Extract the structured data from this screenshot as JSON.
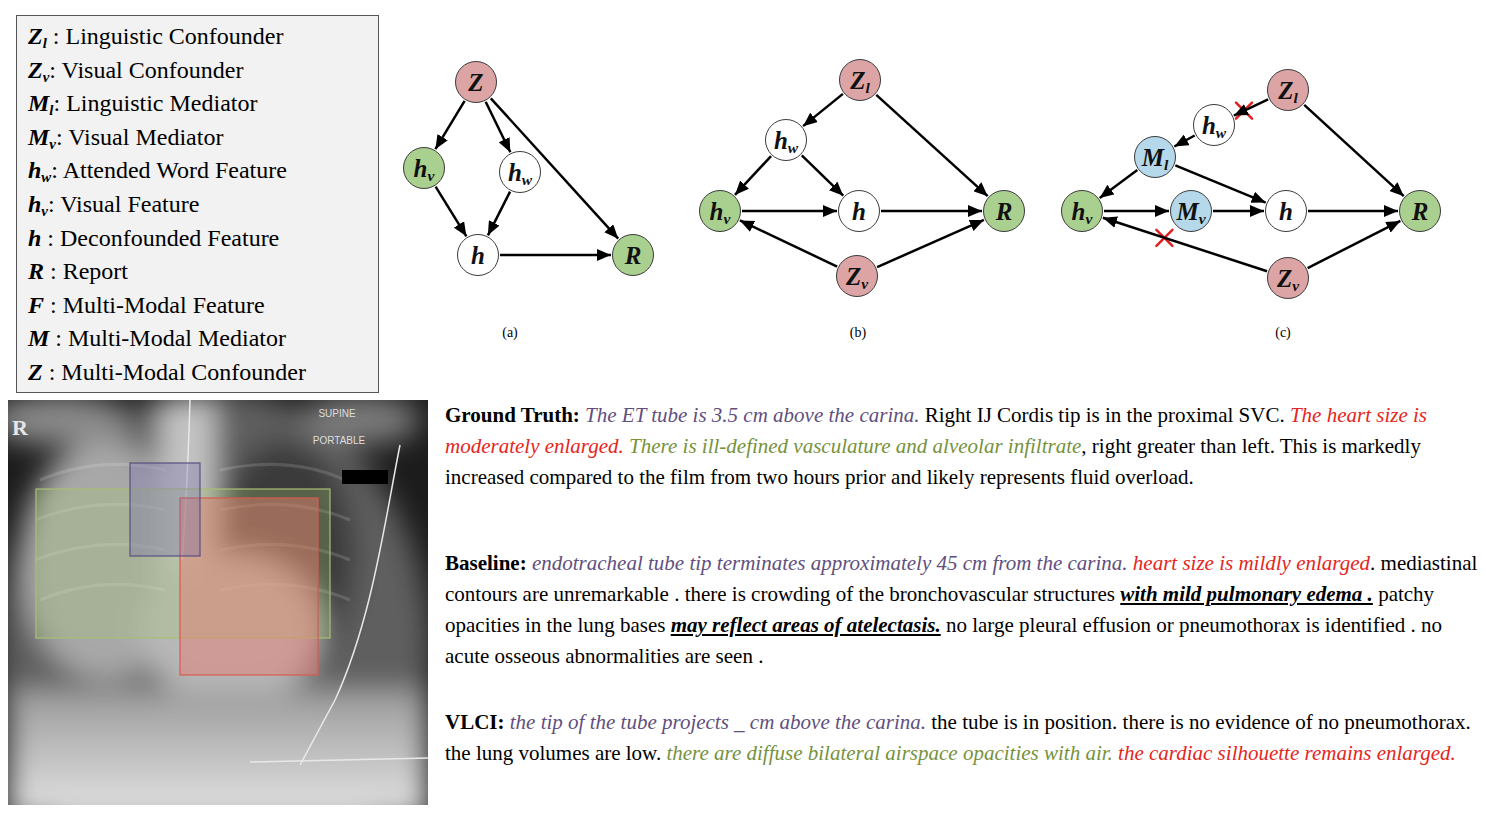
{
  "diagram": {
    "nodes": [
      {
        "text": [
          "Z"
        ]
      },
      {
        "text": [
          "hv"
        ]
      },
      {
        "text": [
          "hw"
        ]
      },
      {
        "text": [
          "h"
        ]
      },
      {
        "text": [
          "R"
        ]
      },
      {
        "text": [
          "Zl"
        ]
      },
      {
        "text": [
          "hw"
        ]
      },
      {
        "text": [
          "hv"
        ]
      },
      {
        "text": [
          "h"
        ]
      },
      {
        "text": [
          "R"
        ]
      },
      {
        "text": [
          "Zv"
        ]
      },
      {
        "text": [
          "Zl"
        ]
      },
      {
        "text": [
          "hw"
        ]
      },
      {
        "text": [
          "Ml"
        ]
      },
      {
        "text": [
          "hv"
        ]
      },
      {
        "text": [
          "Mv"
        ]
      },
      {
        "text": [
          "h"
        ]
      },
      {
        "text": [
          "R"
        ]
      },
      {
        "text": [
          "Zv"
        ]
      }
    ],
    "edges": [
      {
        "from": 0,
        "to": 1,
        "arrow": "to"
      },
      {
        "from": 0,
        "to": 2,
        "arrow": "to"
      },
      {
        "from": 0,
        "to": 4,
        "arrow": "to"
      },
      {
        "from": 1,
        "to": 3,
        "arrow": "to"
      },
      {
        "from": 2,
        "to": 3,
        "arrow": "to"
      },
      {
        "from": 3,
        "to": 4,
        "arrow": "to"
      },
      {
        "from": 5,
        "to": 6,
        "arrow": "to"
      },
      {
        "from": 5,
        "to": 9,
        "arrow": "to"
      },
      {
        "from": 6,
        "to": 7,
        "arrow": "to"
      },
      {
        "from": 6,
        "to": 8,
        "arrow": "to"
      },
      {
        "from": 7,
        "to": 8,
        "arrow": "to"
      },
      {
        "from": 8,
        "to": 9,
        "arrow": "to"
      },
      {
        "from": 10,
        "to": 7,
        "arrow": "to"
      },
      {
        "from": 10,
        "to": 9,
        "arrow": "to"
      },
      {
        "from": 11,
        "to": 12,
        "arrow": "to"
      },
      {
        "from": 11,
        "to": 17,
        "arrow": "to"
      },
      {
        "from": 12,
        "to": 13,
        "arrow": "to"
      },
      {
        "from": 13,
        "to": 14,
        "arrow": "to"
      },
      {
        "from": 13,
        "to": 16,
        "arrow": "to"
      },
      {
        "from": 14,
        "to": 15,
        "arrow": "to"
      },
      {
        "from": 15,
        "to": 16,
        "arrow": "to"
      },
      {
        "from": 16,
        "to": 17,
        "arrow": "to"
      },
      {
        "from": 18,
        "to": 14,
        "arrow": "to"
      },
      {
        "from": 18,
        "to": 17,
        "arrow": "to"
      }
    ],
    "labels": [
      "(a)",
      "(b)",
      "(c)",
      "R",
      "SUPINE",
      "PORTABLE",
      "Ground Truth:",
      "The ET tube is 3.5 cm above the carina.",
      "Right IJ Cordis tip is in the proximal SVC.",
      "The heart size is moderately enlarged.",
      "There is ill-defined vasculature and alveolar infiltrate",
      ", right greater than left. This is markedly increased compared to the film from two hours prior and likely represents fluid overload.",
      "Baseline:",
      "endotracheal tube tip terminates approximately 45 cm from the carina.",
      "heart size is mildly enlarged",
      ". mediastinal contours are unremarkable . there is crowding of the bronchovascular structures",
      "with mild pulmonary edema .",
      "patchy opacities in the lung bases",
      "may reflect areas of atelectasis.",
      "no large pleural effusion or pneumothorax is identified . no acute osseous abnormalities are seen .",
      "VLCI:",
      "the tip of the tube projects _ cm above the carina.",
      "the tube is in position. there is no evidence of no pneumothorax. the lung volumes are low.",
      "there are diffuse bilateral airspace opacities with air.",
      "the cardiac silhouette remains enlarged."
    ],
    "legend": [
      {
        "text": "Zl : Linguistic Confounder"
      },
      {
        "text": "Zv: Visual Confounder"
      },
      {
        "text": "Ml: Linguistic Mediator"
      },
      {
        "text": "Mv: Visual Mediator"
      },
      {
        "text": "hw: Attended Word Feature"
      },
      {
        "text": "hv: Visual Feature"
      },
      {
        "text": "h : Deconfounded Feature"
      },
      {
        "text": "R : Report"
      },
      {
        "text": "F : Multi-Modal Feature"
      },
      {
        "text": "M : Multi-Modal Mediator"
      },
      {
        "text": "Z : Multi-Modal Confounder"
      }
    ]
  }
}
